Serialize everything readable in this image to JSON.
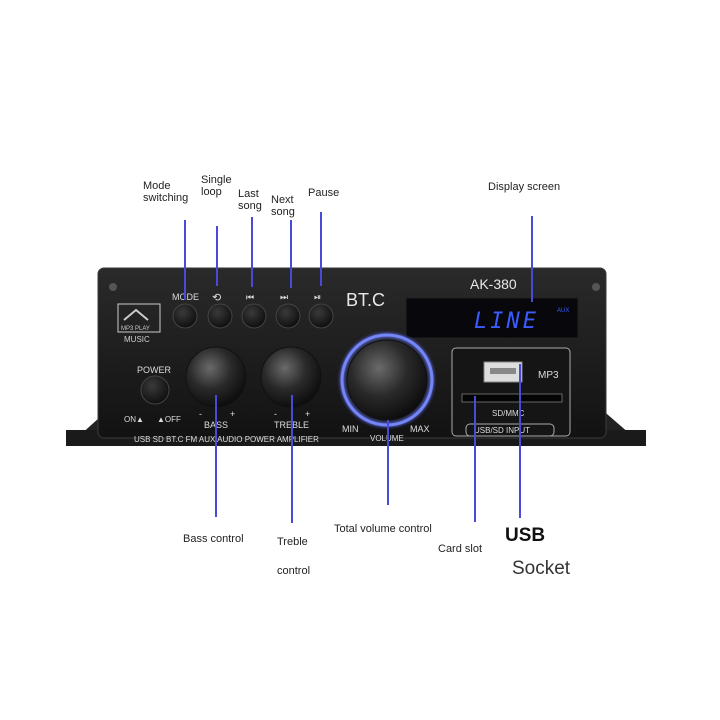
{
  "device": {
    "model": "AK-380",
    "brand_text": "BT.C",
    "logo_text": "MP3 PLAY",
    "music_label": "MUSIC",
    "display_text": "LINE",
    "display_badge": "AUX",
    "buttons": {
      "mode": "MODE",
      "loop": "⟲",
      "prev": "⏮",
      "next": "⏭",
      "play": "⏯"
    },
    "power_label": "POWER",
    "on_label": "ON▲",
    "off_label": "▲OFF",
    "bass_label": "BASS",
    "treble_label": "TREBLE",
    "volume_label": "VOLUME",
    "min_label": "MIN",
    "max_label": "MAX",
    "minus": "-",
    "plus": "+",
    "mp3_label": "MP3",
    "sdmmc_label": "SD/MMC",
    "usbsd_label": "USB/SD INPUT",
    "bottom_strip": "USB SD BT.C FM AUX AUDIO POWER AMPLIFIER"
  },
  "callouts": {
    "mode_1": "Mode",
    "mode_2": "switching",
    "single_1": "Single",
    "single_2": "loop",
    "last_1": "Last",
    "last_2": "song",
    "next_1": "Next",
    "next_2": "song",
    "pause": "Pause",
    "display": "Display screen",
    "bass": "Bass control",
    "treble_1": "Treble",
    "treble_2": "control",
    "volume": "Total volume control",
    "card": "Card slot",
    "usb": "USB",
    "socket": "Socket"
  },
  "colors": {
    "leader": "#4a4ad8",
    "display_text": "#3a5cff",
    "body": "#1c1c1c"
  }
}
